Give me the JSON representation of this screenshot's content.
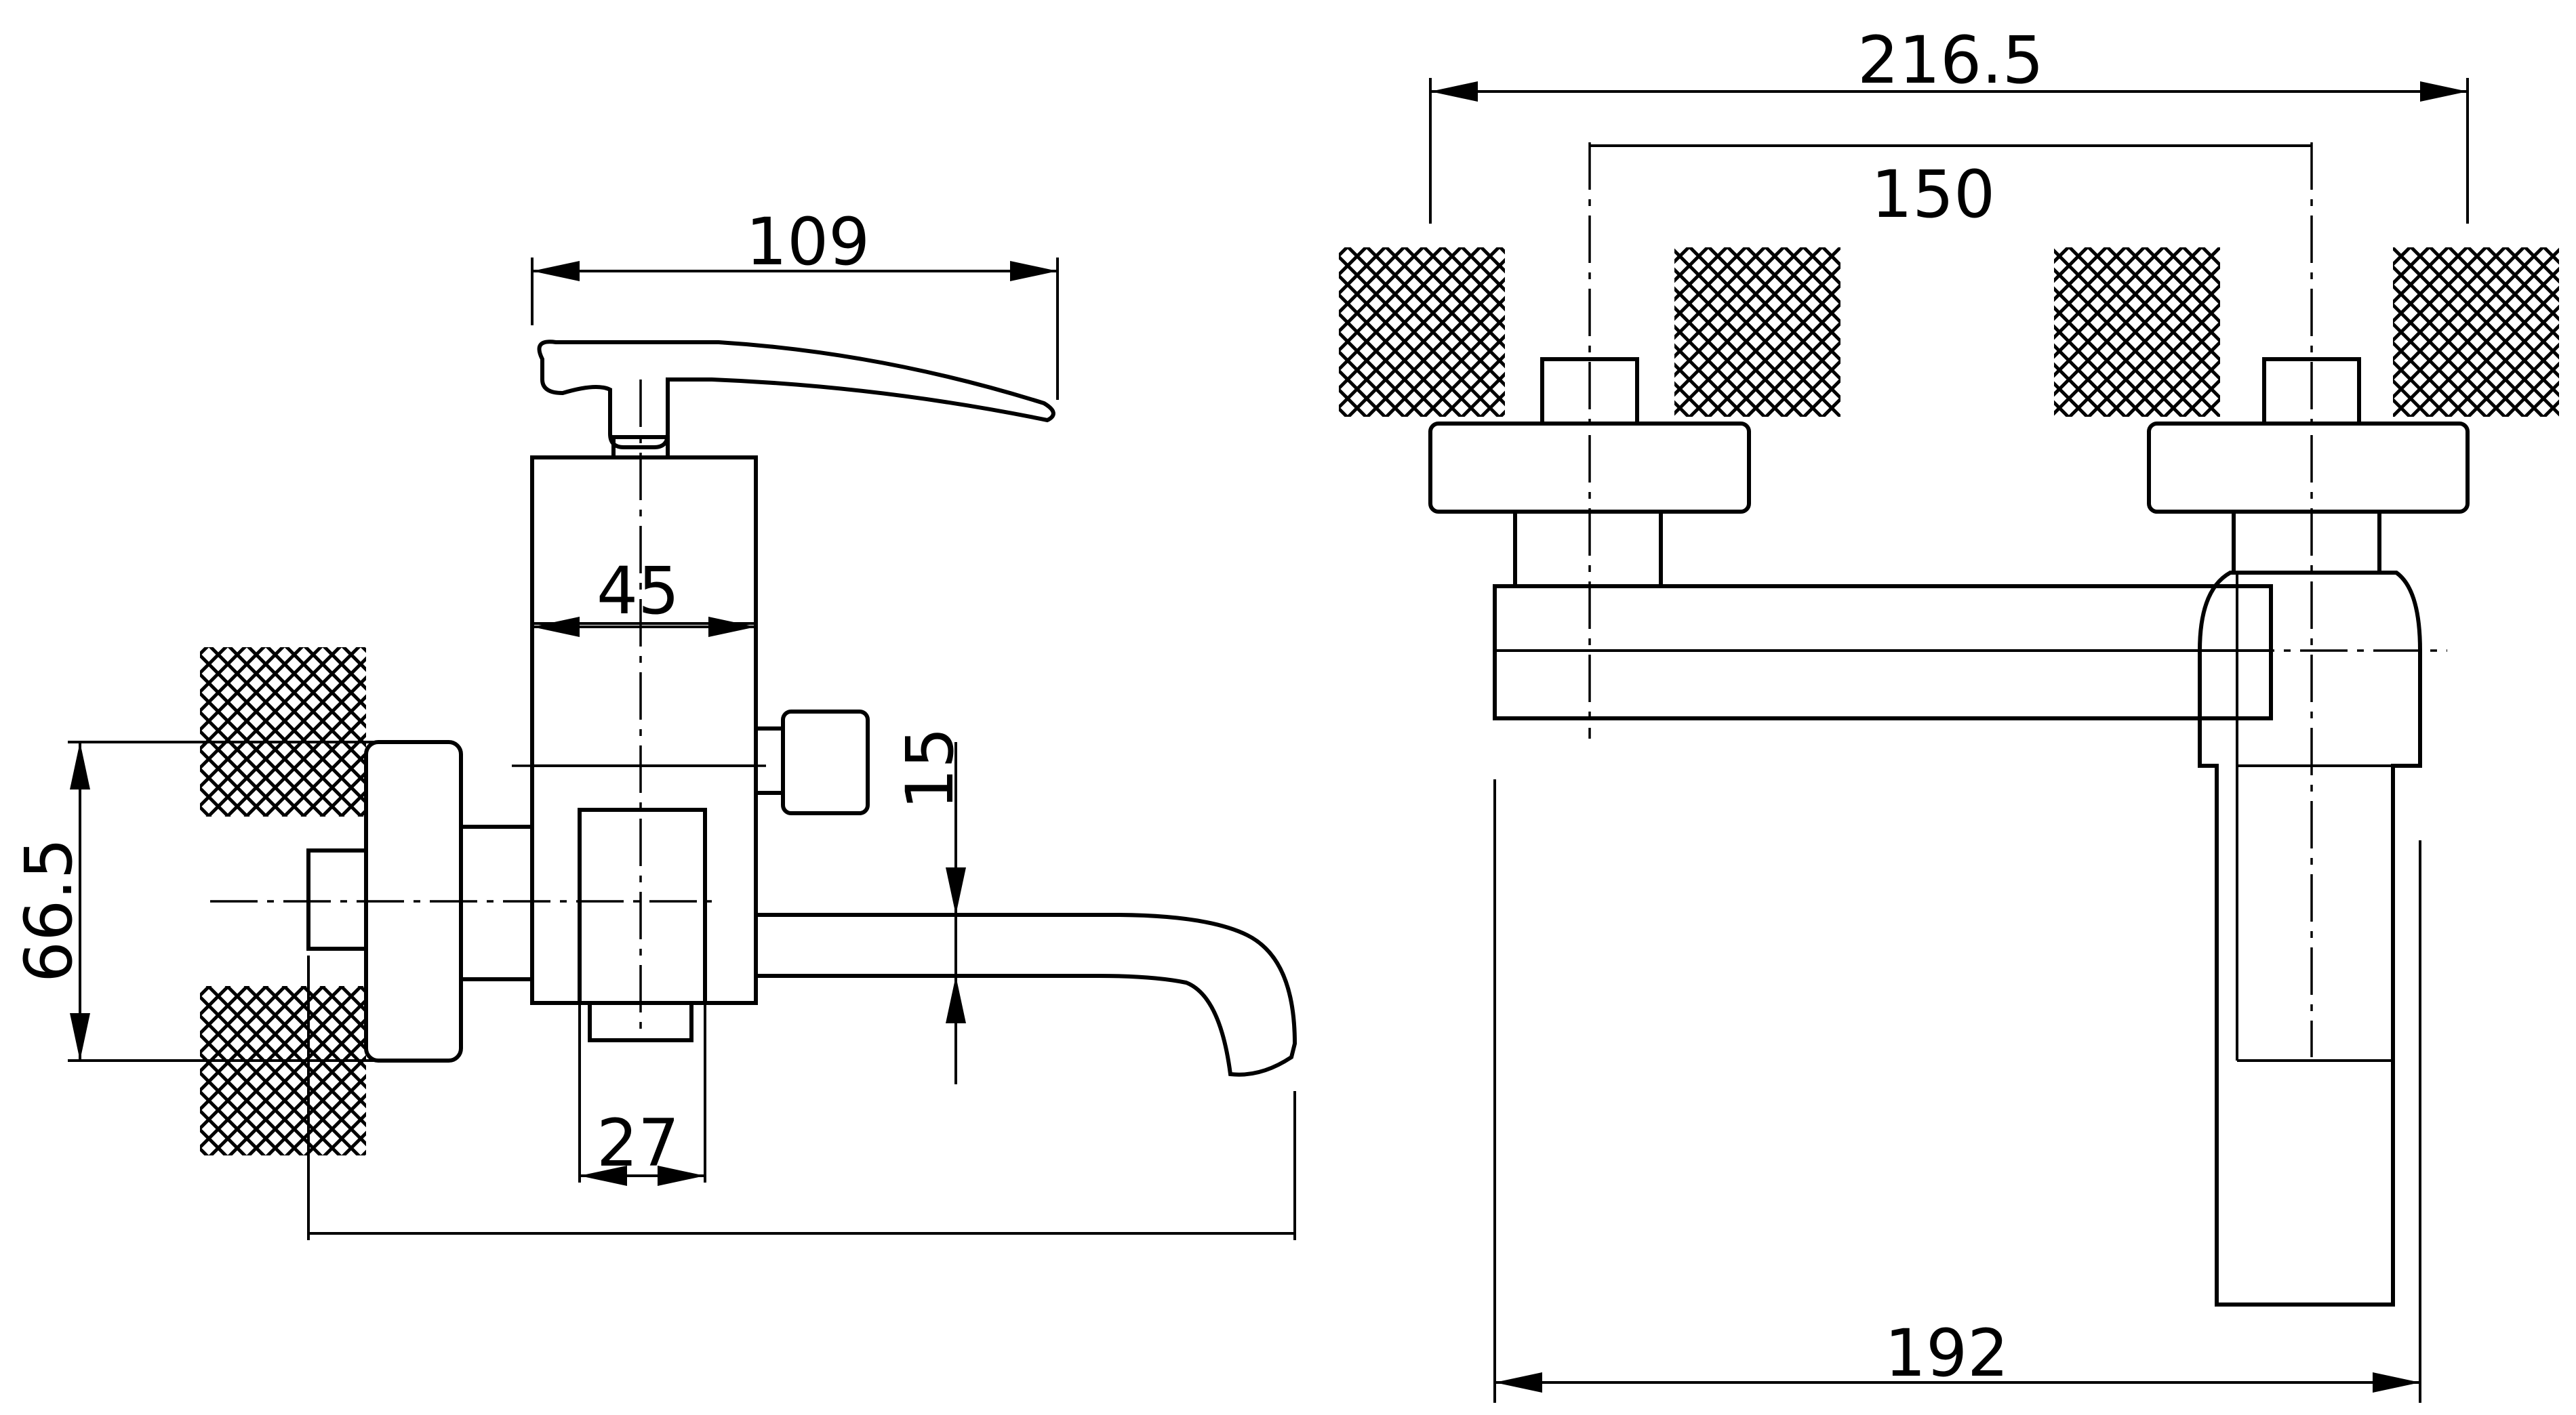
{
  "drawing": {
    "side_view": {
      "dim_handle_width": "109",
      "dim_body_width": "45",
      "dim_wall_height": "66.5",
      "dim_spout_drop": "15",
      "dim_diverter_width": "27"
    },
    "top_view": {
      "dim_overall_width": "216.5",
      "dim_center_distance": "150",
      "dim_projection": "192"
    }
  }
}
